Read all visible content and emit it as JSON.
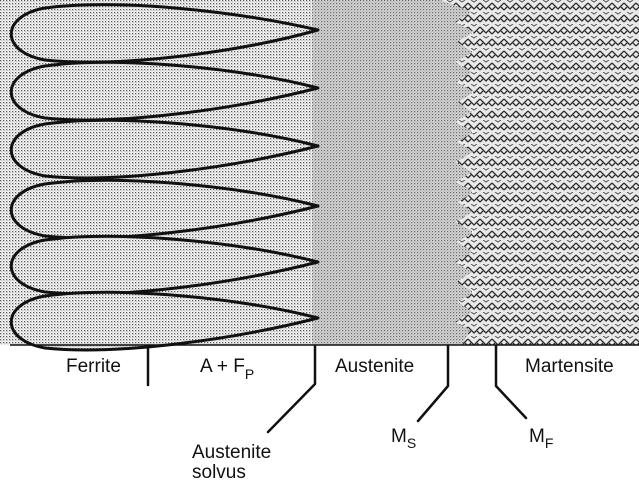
{
  "labels": {
    "ferrite": "Ferrite",
    "a_fp_main": "A + F",
    "a_fp_sub": "P",
    "austenite": "Austenite",
    "martensite": "Martensite",
    "austenite_solvus_line1": "Austenite",
    "austenite_solvus_line2": "solvus",
    "ms_main": "M",
    "ms_sub": "S",
    "mf_main": "M",
    "mf_sub": "F"
  },
  "colors": {
    "ink": "#111111",
    "background": "#ffffff"
  },
  "icons": {
    "grain": "ferrite-grain-icon"
  }
}
